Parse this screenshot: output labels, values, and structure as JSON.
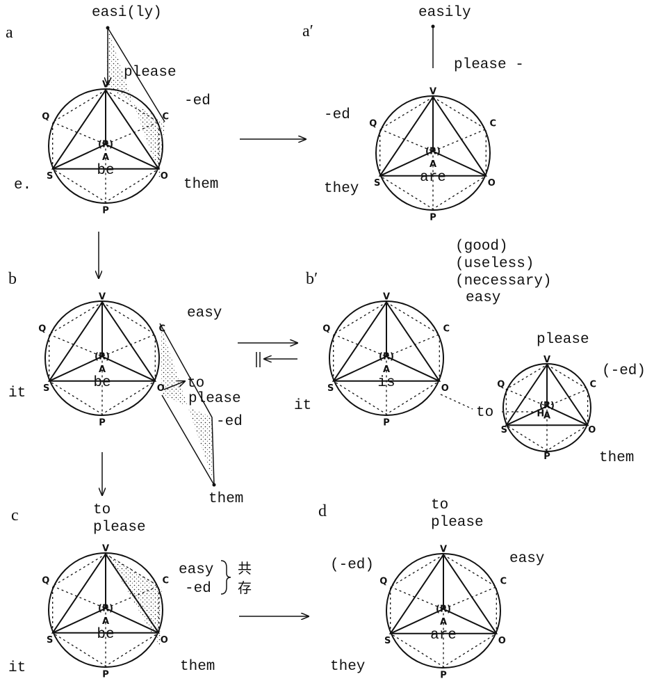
{
  "panels": {
    "a": {
      "label": "a",
      "mid_word": "be",
      "words": {
        "top": "easi(ly)",
        "verb": "please",
        "suffix": "-ed",
        "subject": "e.",
        "object": "them"
      }
    },
    "a_prime": {
      "label": "a′",
      "mid_word": "are",
      "words": {
        "top": "easily",
        "verb": "please -",
        "suffix": "-ed",
        "subject": "they"
      }
    },
    "b": {
      "label": "b",
      "mid_word": "be",
      "words": {
        "adjective": "easy",
        "subject": "it",
        "to": "to",
        "verb": "please",
        "suffix": "-ed",
        "object": "them"
      }
    },
    "b_prime": {
      "label": "b′",
      "mid_word": "is",
      "words": {
        "alt1": "(good)",
        "alt2": "(useless)",
        "alt3": "(necessary)",
        "adjective": "easy",
        "subject": "it",
        "to": "to"
      },
      "sub": {
        "mid_word": "",
        "words": {
          "verb": "please",
          "suffix": "(-ed)",
          "object": "them"
        }
      }
    },
    "c": {
      "label": "c",
      "mid_word": "be",
      "words": {
        "to": "to",
        "verb": "please",
        "adjective": "easy",
        "suffix": "-ed",
        "cjk": "共存",
        "subject": "it",
        "object": "them"
      }
    },
    "d": {
      "label": "d",
      "mid_word": "are",
      "words": {
        "to": "to",
        "verb": "please",
        "suffix": "(-ed)",
        "adjective": "easy",
        "subject": "they"
      }
    }
  },
  "vertex_labels": {
    "v": "V",
    "c": "C",
    "q": "Q",
    "s": "S",
    "o": "O",
    "p": "P",
    "r": "(R)",
    "a": "A",
    "h": "H"
  },
  "colors": {
    "ink": "#111111",
    "paper": "#ffffff"
  }
}
